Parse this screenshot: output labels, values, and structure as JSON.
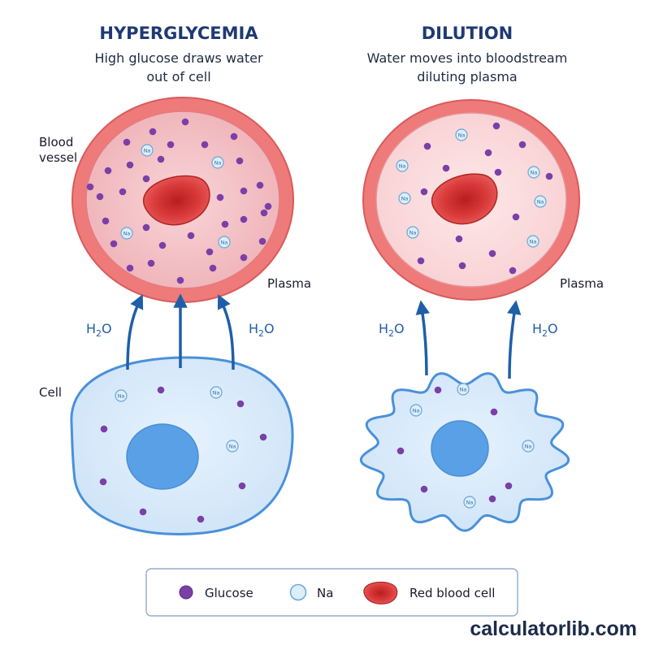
{
  "panels": {
    "left": {
      "title": "HYPERGLYCEMIA",
      "subtitle_line1": "High glucose draws water",
      "subtitle_line2": "out of cell",
      "vessel_label_line1": "Blood",
      "vessel_label_line2": "vessel",
      "plasma_label": "Plasma",
      "cell_label": "Cell",
      "water_label": "H",
      "water_sub": "2",
      "water_tail": "O"
    },
    "right": {
      "title": "DILUTION",
      "subtitle_line1": "Water moves into bloodstream",
      "subtitle_line2": "diluting plasma",
      "plasma_label": "Plasma",
      "water_label": "H",
      "water_sub": "2",
      "water_tail": "O"
    }
  },
  "particle_labels": {
    "sodium": "Na"
  },
  "legend": {
    "items": [
      {
        "label": "Glucose",
        "icon": "glucose-dot"
      },
      {
        "label": "Na",
        "icon": "sodium-circle"
      },
      {
        "label": "Red blood cell",
        "icon": "red-blood-cell"
      }
    ]
  },
  "footer": {
    "brand": "calculatorlib.com"
  },
  "colors": {
    "title": "#1f3a73",
    "arrow": "#1f5fa8",
    "glucose": "#7b3fa8",
    "sodium_fill": "#dbeefa",
    "sodium_stroke": "#6aa6d8",
    "rbc": "#d93a3a",
    "vessel_wall": "#ee7a7a",
    "plasma_dense": "#f4c4c8",
    "plasma_dilute": "#fbdfe0",
    "cell_fill": "#d9ebfb",
    "cell_stroke": "#4a90d9",
    "nucleus": "#5aa0e6"
  }
}
